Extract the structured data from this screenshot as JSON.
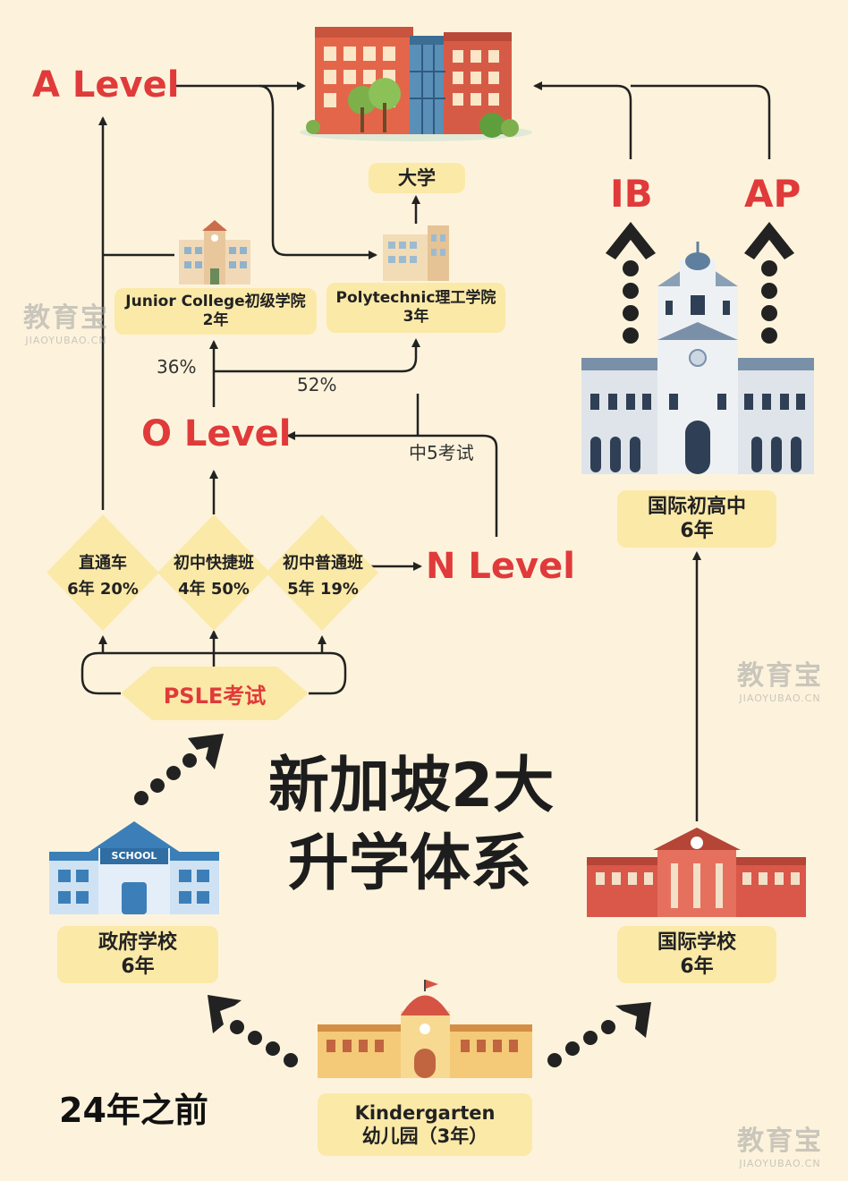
{
  "title": {
    "line1": "新加坡2大",
    "line2": "升学体系"
  },
  "footnote": "24年之前",
  "levels": {
    "a": "A Level",
    "o": "O Level",
    "n": "N Level",
    "ib": "IB",
    "ap": "AP"
  },
  "nodes": {
    "university": "大学",
    "junior_college": {
      "name": "Junior College初级学院",
      "years": "2年"
    },
    "polytechnic": {
      "name": "Polytechnic理工学院",
      "years": "3年"
    },
    "intl_secondary": {
      "name": "国际初高中",
      "years": "6年"
    },
    "gov_school": {
      "name": "政府学校",
      "years": "6年"
    },
    "intl_school": {
      "name": "国际学校",
      "years": "6年"
    },
    "kindergarten": {
      "name": "Kindergarten",
      "sub": "幼儿园（3年）"
    }
  },
  "tracks": [
    {
      "name": "直通车",
      "detail": "6年  20%"
    },
    {
      "name": "初中快捷班",
      "detail": "4年  50%"
    },
    {
      "name": "初中普通班",
      "detail": "5年  19%"
    }
  ],
  "psle": "PSLE考试",
  "percent_jc": "36%",
  "percent_poly": "52%",
  "exam_label": "中5考试",
  "school_sign": "SCHOOL",
  "watermark": {
    "cn": "教育宝",
    "en": "JIAOYUBAO.CN"
  },
  "colors": {
    "red": "#e03a3a",
    "yellow": "#fbe9a8",
    "bg": "#fdf3dc"
  }
}
